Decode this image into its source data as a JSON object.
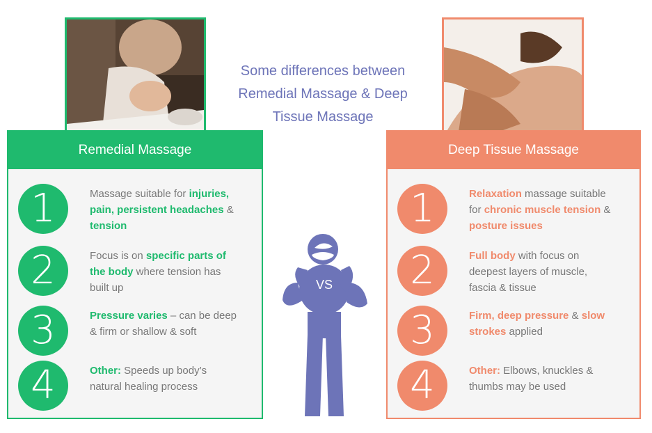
{
  "title": {
    "line1": "Some differences between",
    "line2": "Remedial Massage & Deep",
    "line3": "Tissue Massage"
  },
  "colors": {
    "green": "#1fba6e",
    "coral": "#f08a6c",
    "purple": "#6d74b8",
    "text": "#777777"
  },
  "vs_label": "VS",
  "remedial": {
    "header": "Remedial Massage",
    "items": [
      {
        "number": "1",
        "segments": [
          {
            "t": "Massage suitable for ",
            "hl": false
          },
          {
            "t": "injuries,",
            "hl": true
          },
          {
            "t": "\n",
            "br": true
          },
          {
            "t": "pain, persistent headaches",
            "hl": true
          },
          {
            "t": " &",
            "hl": false
          },
          {
            "t": "\n",
            "br": true
          },
          {
            "t": "tension",
            "hl": true
          }
        ]
      },
      {
        "number": "2",
        "segments": [
          {
            "t": "Focus is on ",
            "hl": false
          },
          {
            "t": "specific parts of",
            "hl": true
          },
          {
            "t": "\n",
            "br": true
          },
          {
            "t": "the body",
            "hl": true
          },
          {
            "t": "  where tension has",
            "hl": false
          },
          {
            "t": "\n",
            "br": true
          },
          {
            "t": "built up",
            "hl": false
          }
        ]
      },
      {
        "number": "3",
        "segments": [
          {
            "t": "Pressure varies",
            "hl": true
          },
          {
            "t": " – can be deep",
            "hl": false
          },
          {
            "t": "\n",
            "br": true
          },
          {
            "t": "& firm or shallow & soft",
            "hl": false
          }
        ]
      },
      {
        "number": "4",
        "segments": [
          {
            "t": "Other:",
            "hl": true
          },
          {
            "t": " Speeds up body’s",
            "hl": false
          },
          {
            "t": "\n",
            "br": true
          },
          {
            "t": "natural healing process",
            "hl": false
          }
        ]
      }
    ]
  },
  "deep_tissue": {
    "header": "Deep Tissue Massage",
    "items": [
      {
        "number": "1",
        "segments": [
          {
            "t": "Relaxation",
            "hl": true
          },
          {
            "t": " massage suitable",
            "hl": false
          },
          {
            "t": "\n",
            "br": true
          },
          {
            "t": "for ",
            "hl": false
          },
          {
            "t": "chronic muscle tension",
            "hl": true
          },
          {
            "t": " &",
            "hl": false
          },
          {
            "t": "\n",
            "br": true
          },
          {
            "t": "posture issues",
            "hl": true
          }
        ]
      },
      {
        "number": "2",
        "segments": [
          {
            "t": "Full body",
            "hl": true
          },
          {
            "t": " with focus on",
            "hl": false
          },
          {
            "t": "\n",
            "br": true
          },
          {
            "t": "deepest layers of muscle,",
            "hl": false
          },
          {
            "t": "\n",
            "br": true
          },
          {
            "t": "fascia & tissue",
            "hl": false
          }
        ]
      },
      {
        "number": "3",
        "segments": [
          {
            "t": "Firm, deep pressure",
            "hl": true
          },
          {
            "t": " & ",
            "hl": false
          },
          {
            "t": "slow",
            "hl": true
          },
          {
            "t": "\n",
            "br": true
          },
          {
            "t": "strokes",
            "hl": true
          },
          {
            "t": " applied",
            "hl": false
          }
        ]
      },
      {
        "number": "4",
        "segments": [
          {
            "t": "Other:",
            "hl": true
          },
          {
            "t": " Elbows, knuckles &",
            "hl": false
          },
          {
            "t": "\n",
            "br": true
          },
          {
            "t": "thumbs may be used",
            "hl": false
          }
        ]
      }
    ]
  }
}
